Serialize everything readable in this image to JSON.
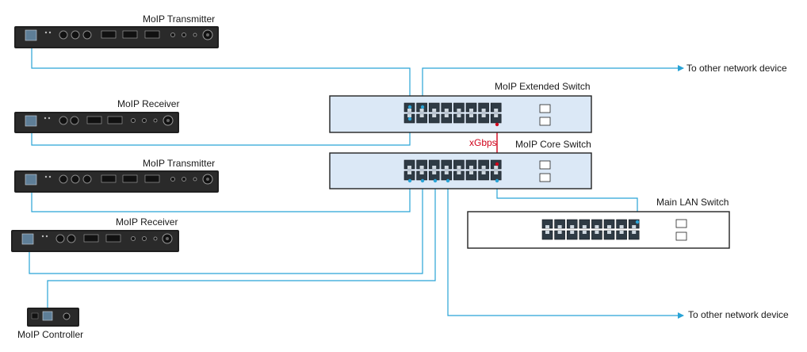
{
  "colors": {
    "cable": "#29a3d6",
    "link": "#d0021b",
    "switch_fill": "#dbe8f6",
    "device_fill": "#1f1f1f",
    "port_fill": "#2f3b45"
  },
  "devices": {
    "transmitter_1": {
      "label": "MoIP Transmitter"
    },
    "receiver_1": {
      "label": "MoIP Receiver"
    },
    "transmitter_2": {
      "label": "MoIP Transmitter"
    },
    "receiver_2": {
      "label": "MoIP Receiver"
    },
    "controller": {
      "label": "MoIP Controller"
    }
  },
  "switches": {
    "extended": {
      "label": "MoIP Extended Switch"
    },
    "core": {
      "label": "MoIP Core Switch"
    },
    "main_lan": {
      "label": "Main LAN Switch"
    }
  },
  "links": {
    "xgbps_label": "xGbps",
    "to_other_top": "To other network device",
    "to_other_bottom": "To other network device"
  }
}
